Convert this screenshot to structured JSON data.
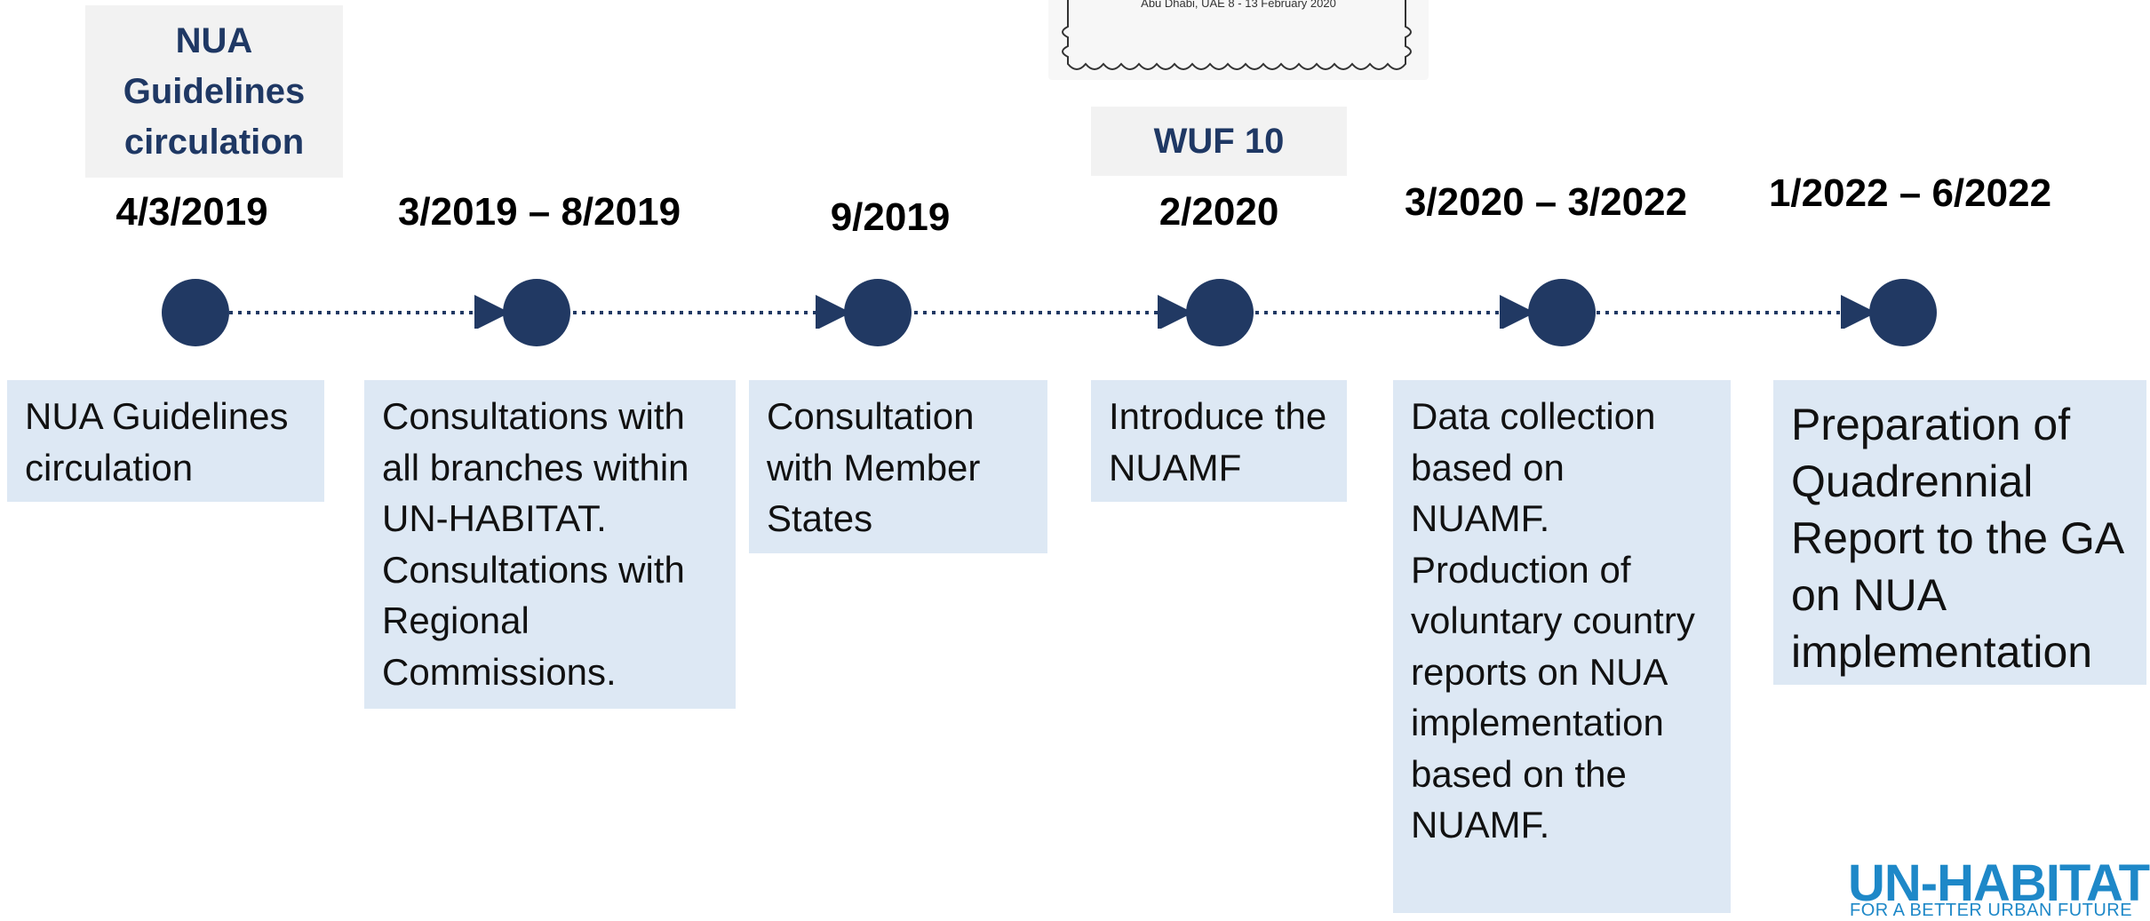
{
  "stamp": {
    "text": "Abu Dhabi, UAE  8 - 13 February 2020"
  },
  "top_labels": {
    "nua_guidelines": "NUA Guidelines circulation",
    "wuf": "WUF 10"
  },
  "milestones": [
    {
      "date": "4/3/2019",
      "description": "NUA Guidelines circulation"
    },
    {
      "date": "3/2019 – 8/2019",
      "description": "Consultations with all branches within UN-HABITAT. Consultations with Regional Commissions."
    },
    {
      "date": "9/2019",
      "description": "Consultation with Member States"
    },
    {
      "date": "2/2020",
      "description": "Introduce the NUAMF"
    },
    {
      "date": "3/2020 – 3/2022",
      "description": "Data collection based on NUAMF. Production of voluntary country reports on NUA implementation based on the NUAMF."
    },
    {
      "date": "1/2022 – 6/2022",
      "description": "Preparation of Quadrennial Report to the GA on NUA implementation"
    }
  ],
  "logo": {
    "name": "UN-HABITAT",
    "tagline": "FOR A BETTER URBAN FUTURE"
  },
  "colors": {
    "circle": "#213963",
    "box": "#dde8f4",
    "label_bg": "#f2f2f2",
    "label_text": "#1f3864",
    "logo": "#1e88c8"
  }
}
